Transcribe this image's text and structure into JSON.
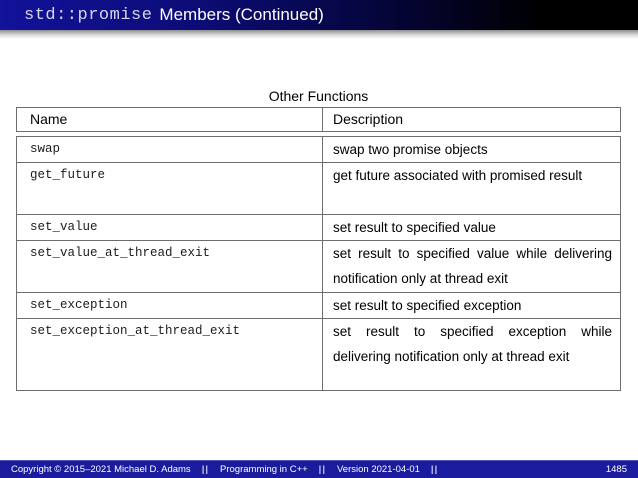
{
  "header": {
    "title_code": "std::promise",
    "title_text": "Members (Continued)"
  },
  "table": {
    "caption": "Other Functions",
    "columns": [
      "Name",
      "Description"
    ],
    "rows": [
      {
        "name": "swap",
        "description": "swap two promise objects"
      },
      {
        "name": "get_future",
        "description": "get future associated with promised result"
      },
      {
        "name": "set_value",
        "description": "set result to specified value"
      },
      {
        "name": "set_value_at_thread_exit",
        "description": "set result to specified value while delivering notification only at thread exit"
      },
      {
        "name": "set_exception",
        "description": "set result to specified exception"
      },
      {
        "name": "set_exception_at_thread_exit",
        "description": "set result to specified exception while delivering notification only at thread exit"
      }
    ]
  },
  "footer": {
    "copyright": "Copyright © 2015–2021 Michael D. Adams",
    "separator": "||",
    "course": "Programming in C++",
    "version": "Version 2021-04-01",
    "page_number": "1485"
  },
  "colors": {
    "header_gradient_left": "#12129a",
    "header_gradient_right": "#000000",
    "footer_background": "#1b1b9e",
    "table_border": "#6e6e6e",
    "title_code_color": "#d6d6ec",
    "title_text_color": "#ffffff"
  }
}
